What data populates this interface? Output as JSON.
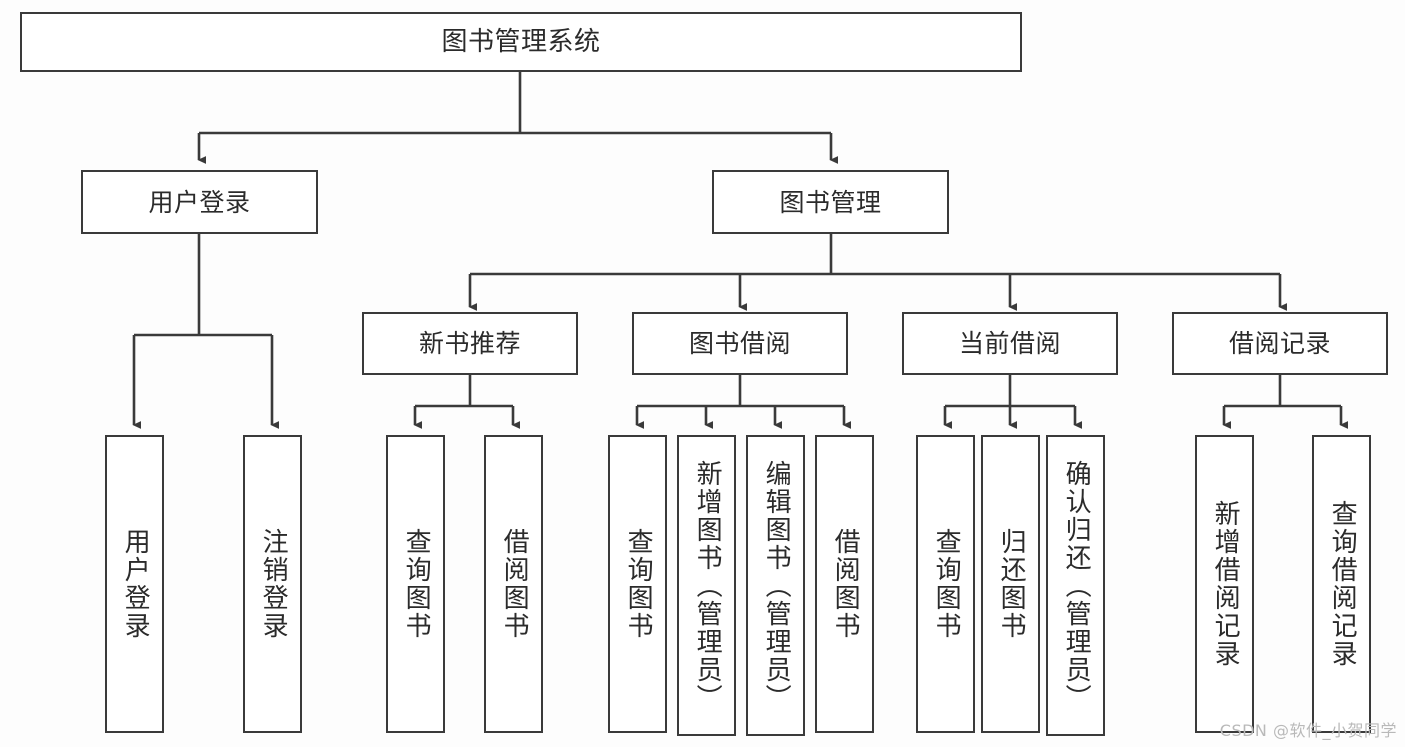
{
  "diagram": {
    "type": "tree-hierarchy",
    "title": "图书管理系统",
    "stroke_color": "#3a3a3a",
    "text_color": "#2b2b2b",
    "background_color": "#fdfdfd",
    "watermark": "CSDN @软件_小贺同学"
  },
  "nodes": {
    "root": {
      "label": "图书管理系统"
    },
    "level1": [
      {
        "label": "用户登录"
      },
      {
        "label": "图书管理"
      }
    ],
    "level2": [
      {
        "label": "新书推荐"
      },
      {
        "label": "图书借阅"
      },
      {
        "label": "当前借阅"
      },
      {
        "label": "借阅记录"
      }
    ],
    "leaves": {
      "user_login": [
        {
          "label": "用户登录"
        },
        {
          "label": "注销登录"
        }
      ],
      "new_book": [
        {
          "label": "查询图书"
        },
        {
          "label": "借阅图书"
        }
      ],
      "book_borrow": [
        {
          "label": "查询图书"
        },
        {
          "label": "新增图书（管理员）"
        },
        {
          "label": "编辑图书（管理员）"
        },
        {
          "label": "借阅图书"
        }
      ],
      "current_borrow": [
        {
          "label": "查询图书"
        },
        {
          "label": "归还图书"
        },
        {
          "label": "确认归还（管理员）"
        }
      ],
      "borrow_record": [
        {
          "label": "新增借阅记录"
        },
        {
          "label": "查询借阅记录"
        }
      ]
    }
  }
}
